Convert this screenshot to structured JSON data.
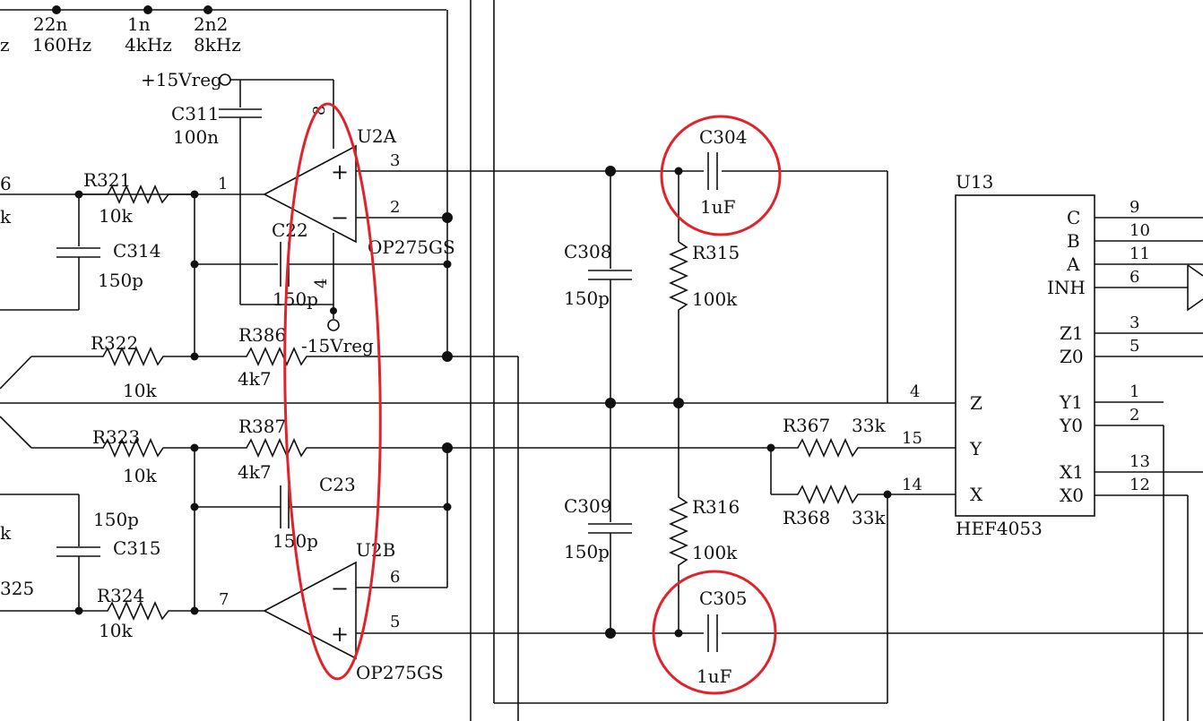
{
  "colors": {
    "wire": "#111111",
    "annotation": "#e0232b",
    "background": "#ffffff"
  },
  "top_labels": {
    "cap_22n": "22n",
    "freq_160": "160Hz",
    "cap_1n": "1n",
    "freq_4k": "4kHz",
    "cap_2n2": "2n2",
    "freq_8k": "8kHz",
    "cut_z": "z"
  },
  "left_edge": {
    "cut_6": "6",
    "cut_k1": "k",
    "cut_k2": "k",
    "cut_325": "325"
  },
  "power": {
    "pos_rail": "+15Vreg",
    "neg_rail": "-15Vreg"
  },
  "opamps": {
    "u2a": {
      "name": "U2A",
      "part": "OP275GS",
      "plus": "+",
      "minus": "−",
      "pin_out": "1",
      "pin_plus": "3",
      "pin_minus": "2",
      "pin_vneg": "4",
      "pin_vpos": "8"
    },
    "u2b": {
      "name": "U2B",
      "part": "OP275GS",
      "plus": "+",
      "minus": "−",
      "pin_out": "7",
      "pin_plus": "5",
      "pin_minus": "6"
    }
  },
  "resistors": {
    "r321": {
      "ref": "R321",
      "value": "10k"
    },
    "r322": {
      "ref": "R322",
      "value": "10k"
    },
    "r323": {
      "ref": "R323",
      "value": "10k"
    },
    "r324": {
      "ref": "R324",
      "value": "10k"
    },
    "r386": {
      "ref": "R386",
      "value": "4k7"
    },
    "r387": {
      "ref": "R387",
      "value": "4k7"
    },
    "r315": {
      "ref": "R315",
      "value": "100k"
    },
    "r316": {
      "ref": "R316",
      "value": "100k"
    },
    "r367": {
      "ref": "R367",
      "value": "33k"
    },
    "r368": {
      "ref": "R368",
      "value": "33k"
    }
  },
  "capacitors": {
    "c311": {
      "ref": "C311",
      "value": "100n"
    },
    "c314": {
      "ref": "C314",
      "value": "150p"
    },
    "c315": {
      "ref": "C315",
      "value": "150p"
    },
    "c22": {
      "ref": "C22",
      "value": "150p"
    },
    "c23": {
      "ref": "C23",
      "value": "150p"
    },
    "c308": {
      "ref": "C308",
      "value": "150p"
    },
    "c309": {
      "ref": "C309",
      "value": "150p"
    },
    "c304": {
      "ref": "C304",
      "value": "1uF"
    },
    "c305": {
      "ref": "C305",
      "value": "1uF"
    }
  },
  "mux": {
    "ref": "U13",
    "part": "HEF4053",
    "pins_right": [
      {
        "name": "C",
        "num": "9"
      },
      {
        "name": "B",
        "num": "10"
      },
      {
        "name": "A",
        "num": "11"
      },
      {
        "name": "INH",
        "num": "6"
      },
      {
        "name": "Z1",
        "num": "3"
      },
      {
        "name": "Z0",
        "num": "5"
      },
      {
        "name": "Y1",
        "num": "1"
      },
      {
        "name": "Y0",
        "num": "2"
      },
      {
        "name": "X1",
        "num": "13"
      },
      {
        "name": "X0",
        "num": "12"
      }
    ],
    "pins_left": [
      {
        "name": "Z",
        "num": "4"
      },
      {
        "name": "Y",
        "num": "15"
      },
      {
        "name": "X",
        "num": "14"
      }
    ]
  }
}
